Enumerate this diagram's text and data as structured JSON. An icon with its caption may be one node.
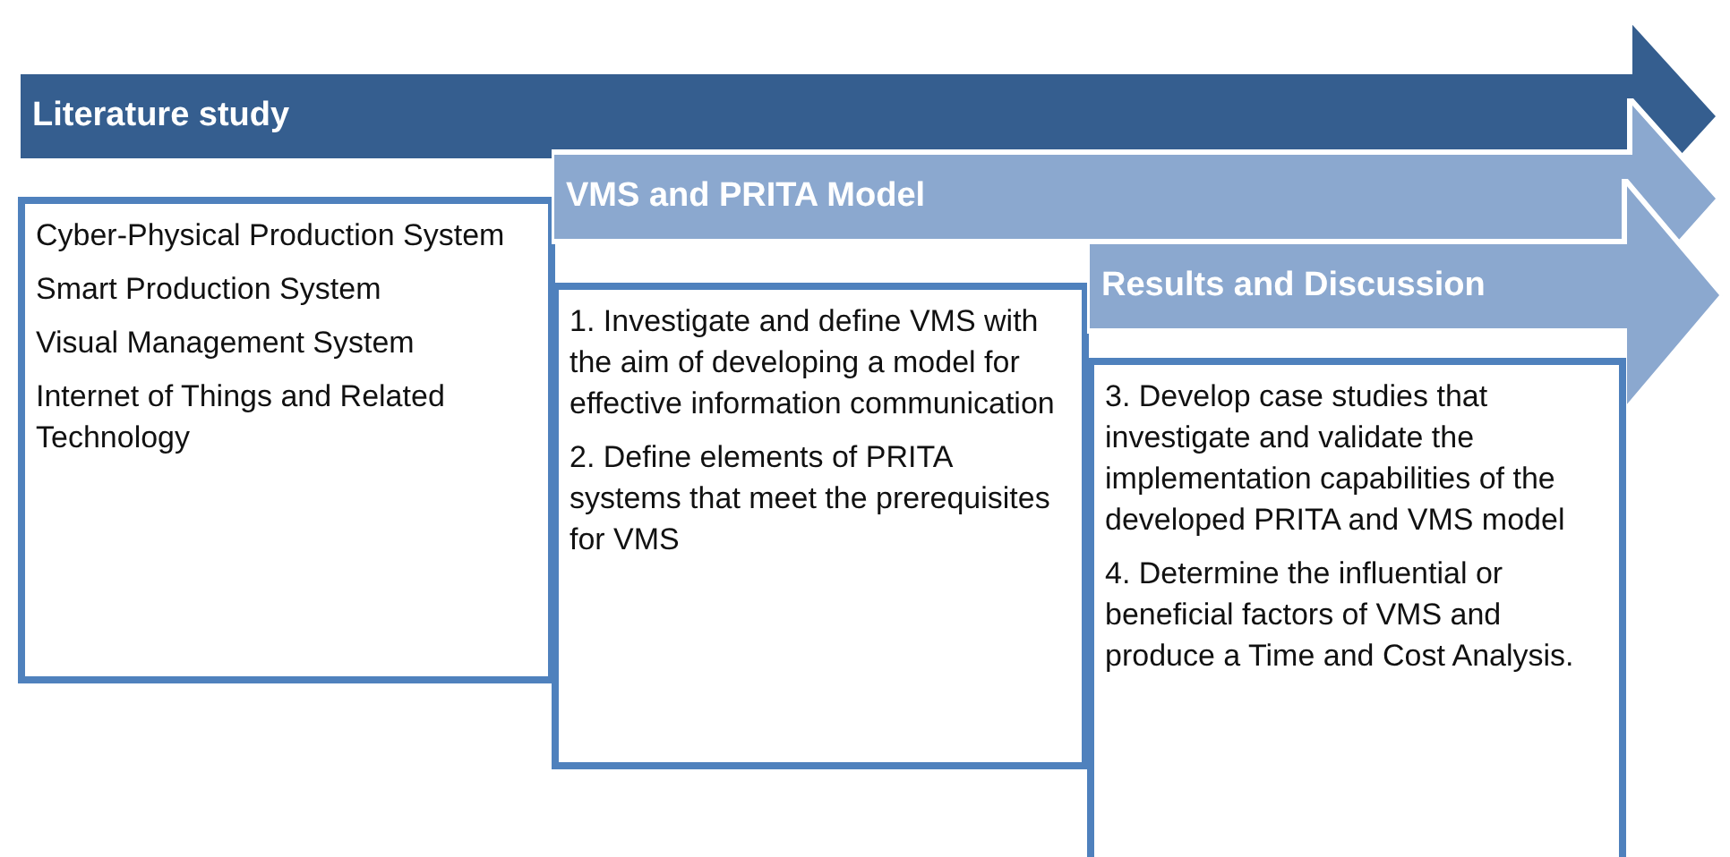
{
  "diagram": {
    "nodes": [
      {
        "text": [
          "Literature study"
        ]
      },
      {
        "text": [
          "Cyber-Physical Production System",
          "Smart Production System",
          "Visual Management System",
          "Internet of Things and Related Technology"
        ]
      },
      {
        "text": [
          "VMS and PRITA Model"
        ]
      },
      {
        "text": [
          "1. Investigate and define VMS with the aim of developing a model for effective information communication",
          "2. Define elements of PRITA systems that meet the prerequisites for VMS"
        ]
      },
      {
        "text": [
          "Results and Discussion"
        ]
      },
      {
        "text": [
          "3. Develop case studies that investigate and validate the implementation capabilities of the developed PRITA and VMS model",
          "4. Determine the influential or beneficial factors of VMS and produce a Time and Cost Analysis."
        ]
      }
    ]
  }
}
